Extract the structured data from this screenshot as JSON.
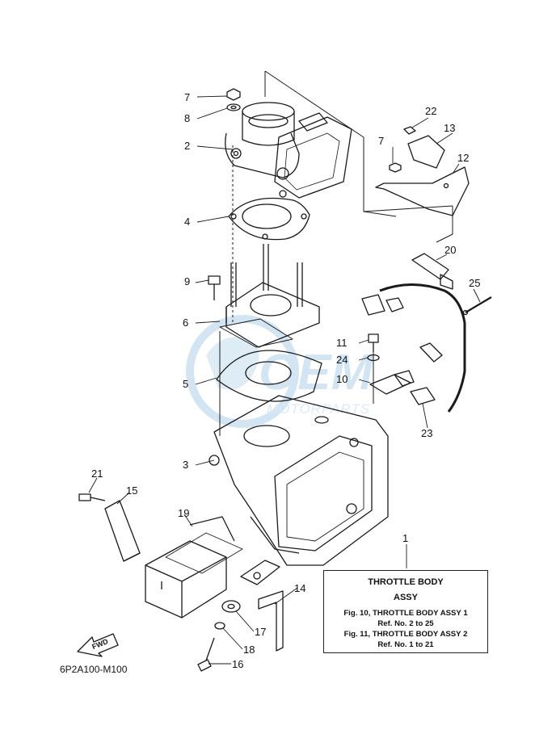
{
  "diagram": {
    "figure_code": "6P2A100-M100",
    "watermark_text": "OEM",
    "watermark_subtext": "MOTORPARTS",
    "fwd_label": "FWD",
    "info_box": {
      "ref_number": "1",
      "title_line1": "THROTTLE BODY",
      "title_line2": "ASSY",
      "lines": [
        "Fig. 10, THROTTLE  BODY ASSY 1",
        "Ref. No. 2 to 25",
        "Fig. 11, THROTTLE  BODY ASSY 2",
        "Ref. No. 1 to 21"
      ]
    },
    "callouts": {
      "c1": "1",
      "c2": "2",
      "c3": "3",
      "c4": "4",
      "c5": "5",
      "c6": "6",
      "c7a": "7",
      "c7b": "7",
      "c8": "8",
      "c9": "9",
      "c10": "10",
      "c11": "11",
      "c12": "12",
      "c13": "13",
      "c14": "14",
      "c15": "15",
      "c16": "16",
      "c17": "17",
      "c18": "18",
      "c19": "19",
      "c20": "20",
      "c21": "21",
      "c22": "22",
      "c23": "23",
      "c24": "24",
      "c25": "25"
    },
    "colors": {
      "line": "#1a1a1a",
      "watermark": "#cfe3f2"
    }
  }
}
